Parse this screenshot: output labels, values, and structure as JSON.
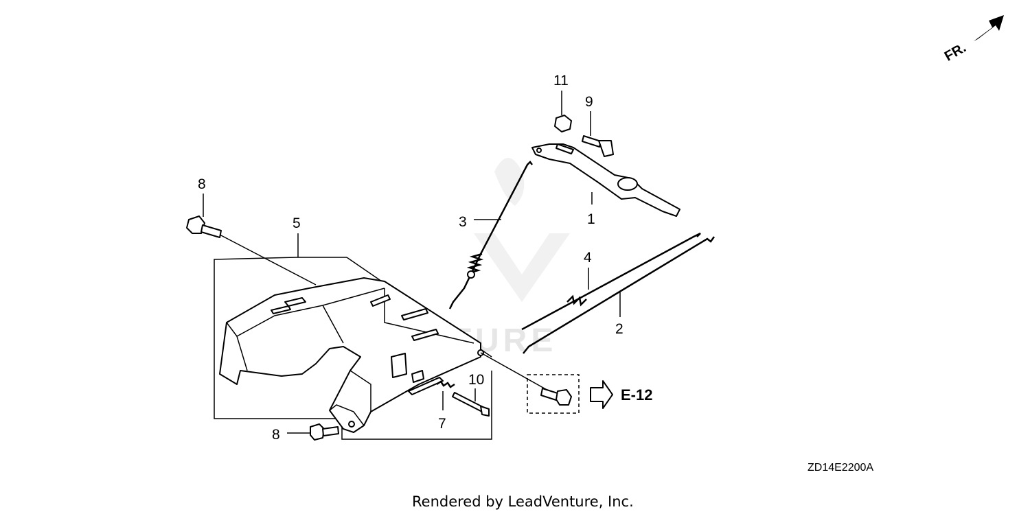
{
  "diagram": {
    "callouts": {
      "c1": "1",
      "c2": "2",
      "c3": "3",
      "c4": "4",
      "c5": "5",
      "c7": "7",
      "c8a": "8",
      "c8b": "8",
      "c9": "9",
      "c10": "10",
      "c11": "11"
    },
    "direction_label": "FR.",
    "reference_label": "E-12",
    "diagram_code": "ZD14E2200A",
    "watermark": "VENTURE",
    "credit": "Rendered by LeadVenture, Inc."
  }
}
